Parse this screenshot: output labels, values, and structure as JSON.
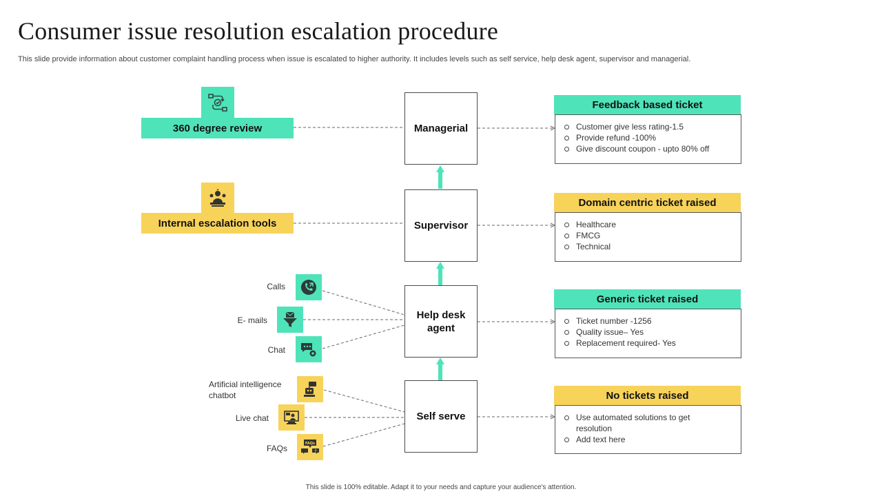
{
  "title": "Consumer issue resolution escalation procedure",
  "subtitle": "This slide provide information about customer complaint handling process when issue is escalated to higher authority. It includes levels such as self service, help desk agent, supervisor and managerial.",
  "footer": "This slide is 100% editable. Adapt it to your needs and capture your audience's attention.",
  "colors": {
    "teal": "#4fe3b9",
    "yellow": "#f7d35a",
    "line": "#666666"
  },
  "levels": [
    {
      "label": "Managerial"
    },
    {
      "label": "Supervisor"
    },
    {
      "label": "Help desk agent"
    },
    {
      "label": "Self serve"
    }
  ],
  "tools": [
    {
      "label": "360 degree review",
      "icon": "process-cycle-icon",
      "color": "teal"
    },
    {
      "label": "Internal escalation tools",
      "icon": "team-support-icon",
      "color": "yellow"
    }
  ],
  "help_desk_channels": [
    {
      "label": "Calls",
      "icon": "phone-call-icon"
    },
    {
      "label": "E- mails",
      "icon": "email-funnel-icon"
    },
    {
      "label": "Chat",
      "icon": "chat-settings-icon"
    }
  ],
  "self_serve_channels": [
    {
      "label": "Artificial intelligence chatbot",
      "icon": "chatbot-icon"
    },
    {
      "label": "Live chat",
      "icon": "live-chat-icon"
    },
    {
      "label": "FAQs",
      "icon": "faq-icon"
    }
  ],
  "tickets": [
    {
      "heading": "Feedback based ticket",
      "color": "teal",
      "items": [
        "Customer give less rating-1.5",
        "Provide  refund  -100%",
        "Give discount coupon - upto 80% off"
      ]
    },
    {
      "heading": "Domain centric ticket raised",
      "color": "yellow",
      "items": [
        "Healthcare",
        "FMCG",
        "Technical"
      ]
    },
    {
      "heading": "Generic ticket raised",
      "color": "teal",
      "items": [
        "Ticket number -1256",
        "Quality issue– Yes",
        "Replacement required-  Yes"
      ]
    },
    {
      "heading": "No tickets raised",
      "color": "yellow",
      "items": [
        "Use automated solutions to get resolution",
        "Add text here"
      ]
    }
  ]
}
